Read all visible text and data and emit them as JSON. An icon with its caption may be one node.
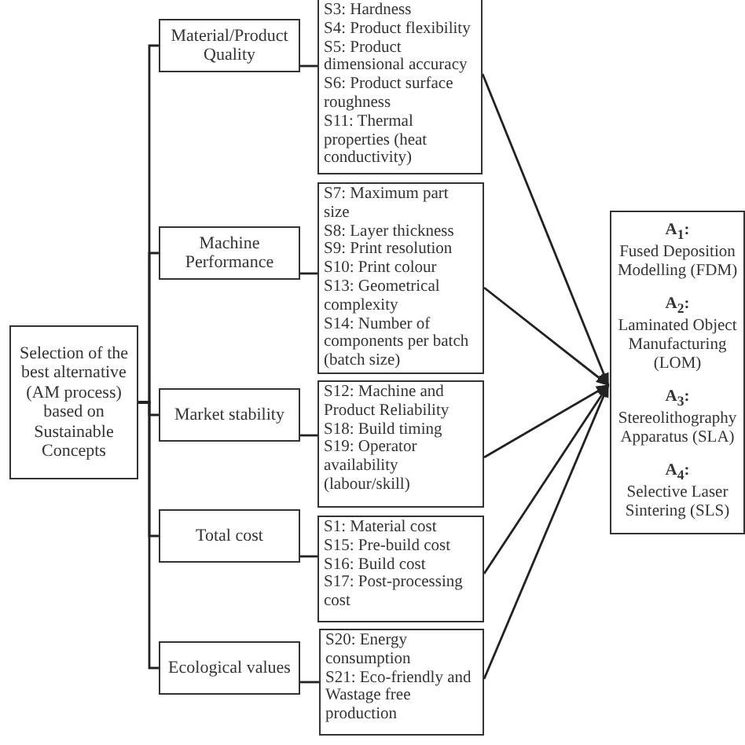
{
  "diagram": {
    "nodes": [
      {
        "text": [
          "Selection of the best alternative (AM process) based on Sustainable Concepts"
        ]
      },
      {
        "text": [
          "Material/Product Quality"
        ]
      },
      {
        "text": [
          "Machine Performance"
        ]
      },
      {
        "text": [
          "Market stability"
        ]
      },
      {
        "text": [
          "Total cost"
        ]
      },
      {
        "text": [
          "Ecological values"
        ]
      },
      {
        "text": [
          "S3: Hardness",
          "S4: Product flexibility",
          "S5: Product dimensional accuracy",
          "S6: Product surface roughness",
          "S11: Thermal properties (heat conductivity)"
        ]
      },
      {
        "text": [
          "S7: Maximum part size",
          "S8: Layer thickness",
          "S9: Print resolution",
          "S10: Print colour",
          "S13: Geometrical complexity",
          "S14: Number of components per batch (batch size)"
        ]
      },
      {
        "text": [
          "S12: Machine and Product Reliability",
          "S18: Build timing",
          "S19: Operator availability (labour/skill)"
        ]
      },
      {
        "text": [
          "S1: Material cost",
          "S15: Pre-build cost",
          "S16: Build cost",
          "S17: Post-processing cost"
        ]
      },
      {
        "text": [
          "S20: Energy consumption",
          "S21: Eco-friendly and Wastage free production"
        ]
      },
      {
        "text": [
          "A$_{1}$:",
          "Fused Deposition Modelling (FDM)",
          "A$_{2}$:",
          "Laminated Object Manufacturing (LOM)",
          "A$_{3}$:",
          "Stereolithography Apparatus (SLA)",
          "A$_{4}$:",
          "Selective Laser Sintering (SLS)"
        ]
      }
    ],
    "edges": [
      {
        "from": 0,
        "to": 1,
        "arrow": "none"
      },
      {
        "from": 0,
        "to": 2,
        "arrow": "none"
      },
      {
        "from": 0,
        "to": 3,
        "arrow": "none"
      },
      {
        "from": 0,
        "to": 4,
        "arrow": "none"
      },
      {
        "from": 0,
        "to": 5,
        "arrow": "none"
      },
      {
        "from": 1,
        "to": 6,
        "arrow": "none"
      },
      {
        "from": 2,
        "to": 7,
        "arrow": "none"
      },
      {
        "from": 3,
        "to": 8,
        "arrow": "none"
      },
      {
        "from": 4,
        "to": 9,
        "arrow": "none"
      },
      {
        "from": 5,
        "to": 10,
        "arrow": "none"
      },
      {
        "from": 6,
        "to": 11,
        "arrow": "to"
      },
      {
        "from": 7,
        "to": 11,
        "arrow": "to"
      },
      {
        "from": 8,
        "to": 11,
        "arrow": "to"
      },
      {
        "from": 9,
        "to": 11,
        "arrow": "to"
      },
      {
        "from": 10,
        "to": 11,
        "arrow": "to"
      }
    ]
  }
}
